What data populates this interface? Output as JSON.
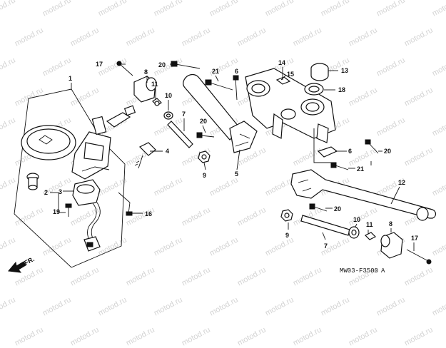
{
  "watermark": {
    "text": "motod.ru"
  },
  "diagram": {
    "part_code": "MW03-F3500",
    "part_code_suffix": "A",
    "direction_label": "FR.",
    "callouts": {
      "c1": "1",
      "c2": "2",
      "c3": "3",
      "c4": "4",
      "c5": "5",
      "c6a": "6",
      "c6b": "6",
      "c7a": "7",
      "c7b": "7",
      "c8a": "8",
      "c8b": "8",
      "c9a": "9",
      "c9b": "9",
      "c10a": "10",
      "c10b": "10",
      "c11a": "11",
      "c11b": "11",
      "c12": "12",
      "c13": "13",
      "c14": "14",
      "c15": "15",
      "c16": "16",
      "c17a": "17",
      "c17b": "17",
      "c18": "18",
      "c19": "19",
      "c20a": "20",
      "c20b": "20",
      "c20c": "20",
      "c20d": "20",
      "c21a": "21",
      "c21b": "21"
    }
  }
}
